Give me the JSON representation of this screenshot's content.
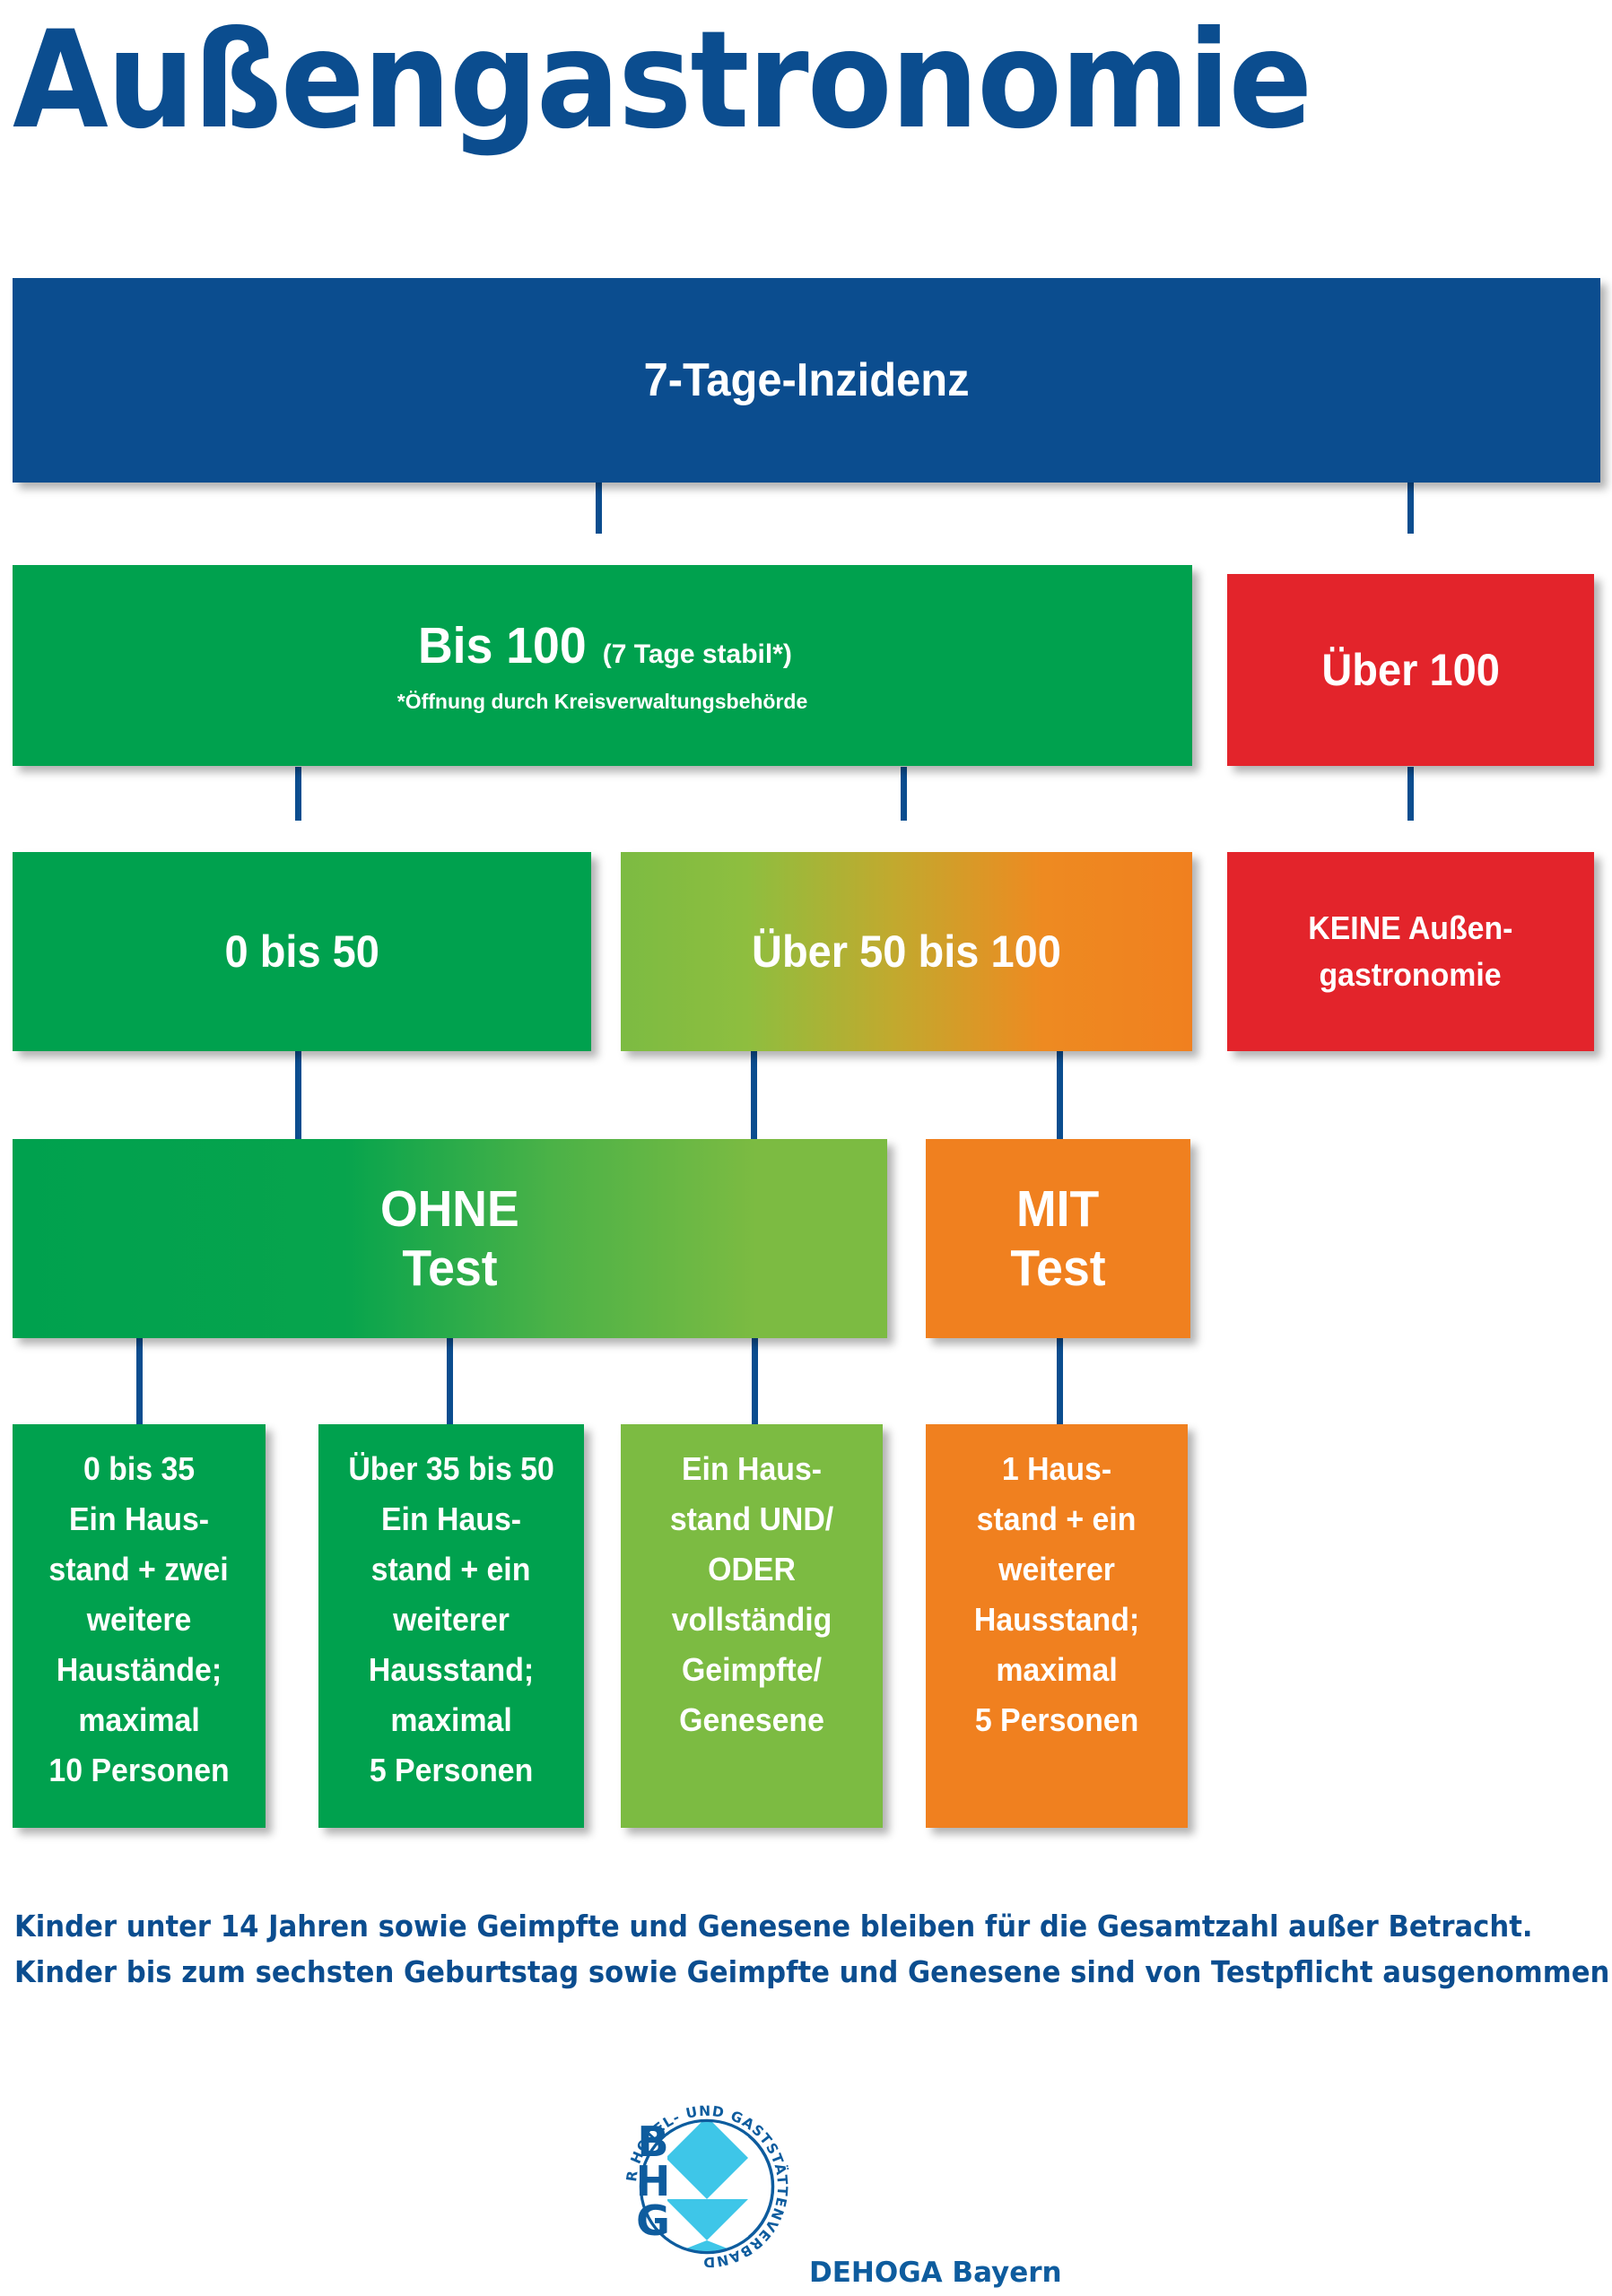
{
  "page": {
    "title": "Außengastronomie",
    "title_color": "#0B4D8F",
    "background": "#FFFFFF"
  },
  "colors": {
    "blue": "#0B4D8F",
    "green": "#00A14E",
    "light_green": "#7CBB42",
    "orange": "#F0801F",
    "red": "#E3242B",
    "white": "#FFFFFF"
  },
  "flowchart": {
    "root": {
      "label": "7-Tage-Inzidenz",
      "color": "#0B4D8F"
    },
    "level1": [
      {
        "label": "Bis 100",
        "label_suffix": "(7 Tage stabil*)",
        "note": "*Öffnung durch Kreisverwaltungsbehörde",
        "color": "#00A14E"
      },
      {
        "label": "Über 100",
        "color": "#E3242B"
      }
    ],
    "level2": [
      {
        "label": "0 bis 50",
        "color": "#00A14E"
      },
      {
        "label": "Über 50 bis 100",
        "color": "gradient-green-orange"
      },
      {
        "line1": "KEINE Außen-",
        "line2": "gastronomie",
        "color": "#E3242B"
      }
    ],
    "level3": [
      {
        "line1": "OHNE",
        "line2": "Test",
        "color": "gradient-green-lightgreen"
      },
      {
        "line1": "MIT",
        "line2": "Test",
        "color": "#F0801F"
      }
    ],
    "level4": [
      {
        "color": "#00A14E",
        "lines": [
          "0 bis 35",
          "Ein Haus-",
          "stand + zwei",
          "weitere",
          "Haustände;",
          "maximal",
          "10 Personen"
        ]
      },
      {
        "color": "#00A14E",
        "lines": [
          "Über 35 bis 50",
          "Ein Haus-",
          "stand + ein",
          "weiterer",
          "Hausstand;",
          "maximal",
          "5 Personen"
        ]
      },
      {
        "color": "#7CBB42",
        "lines": [
          "Ein Haus-",
          "stand UND/",
          "ODER",
          "vollständig",
          "Geimpfte/",
          "Genesene"
        ]
      },
      {
        "color": "#F0801F",
        "lines": [
          "1 Haus-",
          "stand + ein",
          "weiterer",
          "Hausstand;",
          "maximal",
          "5 Personen"
        ]
      }
    ]
  },
  "footnote": {
    "line1": "Kinder unter 14 Jahren sowie Geimpfte und Genesene bleiben für die Gesamtzahl außer Betracht.",
    "line2": "Kinder bis zum sechsten Geburtstag sowie Geimpfte und Genesene sind von Testpflicht ausgenommen."
  },
  "logo": {
    "name": "DEHOGA Bayern",
    "ring_text": "BAYERISCHER HOTEL- UND GASTSTÄTTENVERBAND",
    "monogram_b": "B",
    "monogram_h": "H",
    "monogram_g": "G",
    "ring_color": "#0E5C9E",
    "diamond_color": "#3EC6E8"
  }
}
